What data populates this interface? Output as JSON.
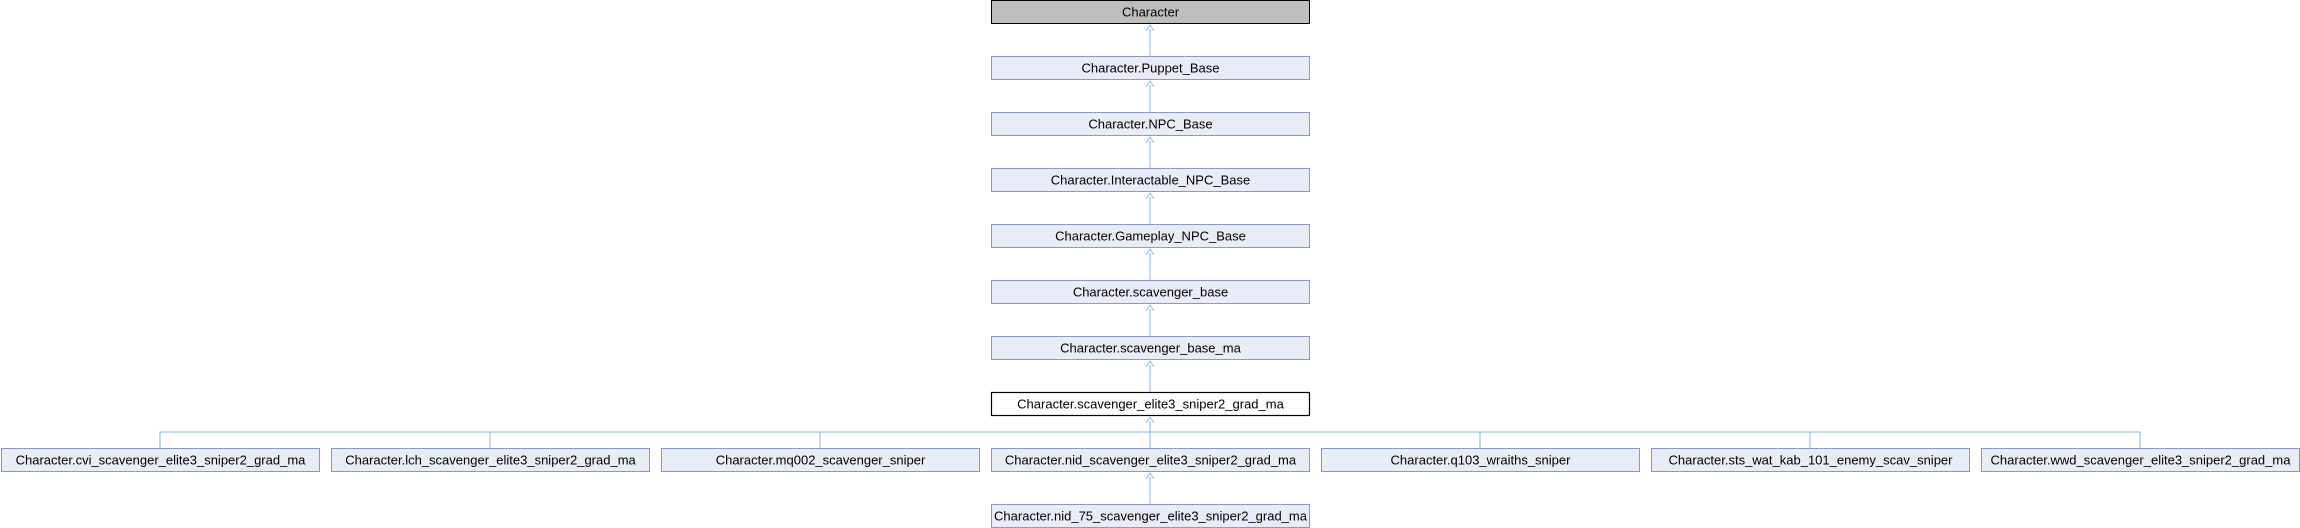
{
  "diagram": {
    "type": "class-inheritance-graph",
    "nodes": [
      {
        "id": "character",
        "label": "Character",
        "style": "root"
      },
      {
        "id": "puppet_base",
        "label": "Character.Puppet_Base",
        "style": "normal"
      },
      {
        "id": "npc_base",
        "label": "Character.NPC_Base",
        "style": "normal"
      },
      {
        "id": "interactable_npc_base",
        "label": "Character.Interactable_NPC_Base",
        "style": "normal"
      },
      {
        "id": "gameplay_npc_base",
        "label": "Character.Gameplay_NPC_Base",
        "style": "normal"
      },
      {
        "id": "scavenger_base",
        "label": "Character.scavenger_base",
        "style": "normal"
      },
      {
        "id": "scavenger_base_ma",
        "label": "Character.scavenger_base_ma",
        "style": "normal"
      },
      {
        "id": "scavenger_elite3_sniper2_grad_ma",
        "label": "Character.scavenger_elite3_sniper2_grad_ma",
        "style": "focus"
      },
      {
        "id": "cvi",
        "label": "Character.cvi_scavenger_elite3_sniper2_grad_ma",
        "style": "normal"
      },
      {
        "id": "lch",
        "label": "Character.lch_scavenger_elite3_sniper2_grad_ma",
        "style": "normal"
      },
      {
        "id": "mq002",
        "label": "Character.mq002_scavenger_sniper",
        "style": "normal"
      },
      {
        "id": "nid",
        "label": "Character.nid_scavenger_elite3_sniper2_grad_ma",
        "style": "normal"
      },
      {
        "id": "q103",
        "label": "Character.q103_wraiths_sniper",
        "style": "normal"
      },
      {
        "id": "sts",
        "label": "Character.sts_wat_kab_101_enemy_scav_sniper",
        "style": "normal"
      },
      {
        "id": "wwd",
        "label": "Character.wwd_scavenger_elite3_sniper2_grad_ma",
        "style": "normal"
      },
      {
        "id": "nid_75",
        "label": "Character.nid_75_scavenger_elite3_sniper2_grad_ma",
        "style": "normal"
      }
    ],
    "edges": [
      {
        "from": "puppet_base",
        "to": "character"
      },
      {
        "from": "npc_base",
        "to": "puppet_base"
      },
      {
        "from": "interactable_npc_base",
        "to": "npc_base"
      },
      {
        "from": "gameplay_npc_base",
        "to": "interactable_npc_base"
      },
      {
        "from": "scavenger_base",
        "to": "gameplay_npc_base"
      },
      {
        "from": "scavenger_base_ma",
        "to": "scavenger_base"
      },
      {
        "from": "scavenger_elite3_sniper2_grad_ma",
        "to": "scavenger_base_ma"
      },
      {
        "from": "cvi",
        "to": "scavenger_elite3_sniper2_grad_ma"
      },
      {
        "from": "lch",
        "to": "scavenger_elite3_sniper2_grad_ma"
      },
      {
        "from": "mq002",
        "to": "scavenger_elite3_sniper2_grad_ma"
      },
      {
        "from": "nid",
        "to": "scavenger_elite3_sniper2_grad_ma"
      },
      {
        "from": "q103",
        "to": "scavenger_elite3_sniper2_grad_ma"
      },
      {
        "from": "sts",
        "to": "scavenger_elite3_sniper2_grad_ma"
      },
      {
        "from": "wwd",
        "to": "scavenger_elite3_sniper2_grad_ma"
      },
      {
        "from": "nid_75",
        "to": "nid"
      }
    ]
  }
}
